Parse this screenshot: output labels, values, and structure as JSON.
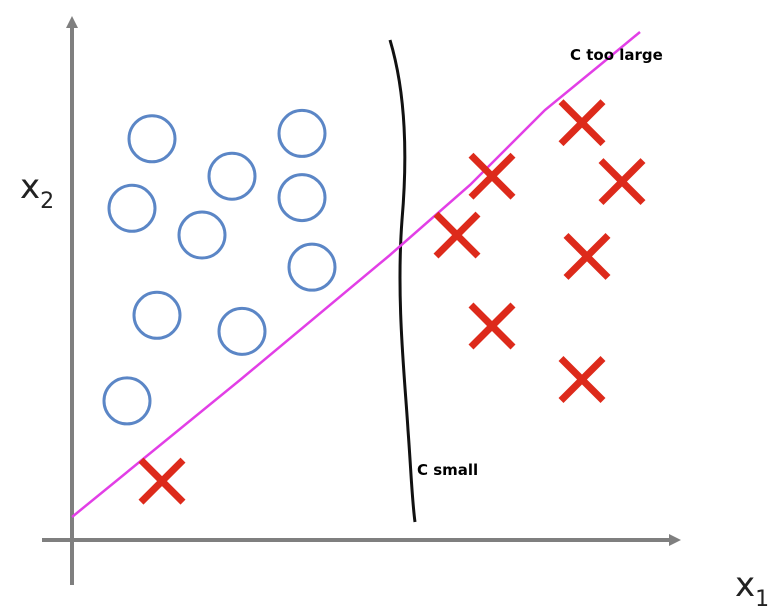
{
  "axes": {
    "x_label_base": "x",
    "x_label_sub": "1",
    "y_label_base": "x",
    "y_label_sub": "2"
  },
  "boundaries": {
    "large_c_label": "C too large",
    "small_c_label": "C small",
    "large_c_color": "#e23fe6",
    "small_c_color": "#111111"
  },
  "colors": {
    "axis": "#7f7f7f",
    "negative": "#5b86c6",
    "positive": "#dd2a1b"
  },
  "points": {
    "negative": [
      [
        1.6,
        7.5
      ],
      [
        3.2,
        6.8
      ],
      [
        4.6,
        7.6
      ],
      [
        1.2,
        6.2
      ],
      [
        4.6,
        6.4
      ],
      [
        2.6,
        5.7
      ],
      [
        4.8,
        5.1
      ],
      [
        1.7,
        4.2
      ],
      [
        3.4,
        3.9
      ],
      [
        1.1,
        2.6
      ]
    ],
    "positive": [
      [
        10.2,
        7.8
      ],
      [
        8.4,
        6.8
      ],
      [
        11.0,
        6.7
      ],
      [
        7.7,
        5.7
      ],
      [
        10.3,
        5.3
      ],
      [
        8.4,
        4.0
      ],
      [
        10.2,
        3.0
      ],
      [
        1.8,
        1.1
      ]
    ]
  }
}
